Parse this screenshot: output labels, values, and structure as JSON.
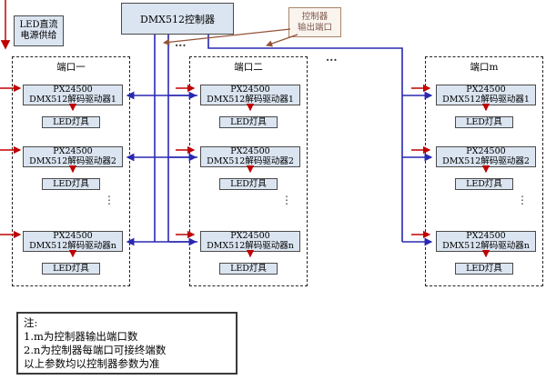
{
  "diagram": {
    "controller_label": "DMX512控制器",
    "power_supply": {
      "line1": "LED直流",
      "line2": "电源供给"
    },
    "callout": {
      "line1": "控制器",
      "line2": "输出端口"
    },
    "ellipsis": "...",
    "dots": "⋮",
    "ports": [
      {
        "title": "端口一",
        "led": "LED灯具",
        "drivers": [
          {
            "line1": "PX24500",
            "line2": "DMX512解码驱动器1"
          },
          {
            "line1": "PX24500",
            "line2": "DMX512解码驱动器2"
          },
          {
            "line1": "PX24500",
            "line2": "DMX512解码驱动器n"
          }
        ]
      },
      {
        "title": "端口二",
        "led": "LED灯具",
        "drivers": [
          {
            "line1": "PX24500",
            "line2": "DMX512解码驱动器1"
          },
          {
            "line1": "PX24500",
            "line2": "DMX512解码驱动器2"
          },
          {
            "line1": "PX24500",
            "line2": "DMX512解码驱动器n"
          }
        ]
      },
      {
        "title": "端口m",
        "led": "LED灯具",
        "drivers": [
          {
            "line1": "PX24500",
            "line2": "DMX512解码驱动器1"
          },
          {
            "line1": "PX24500",
            "line2": "DMX512解码驱动器2"
          },
          {
            "line1": "PX24500",
            "line2": "DMX512解码驱动器n"
          }
        ]
      }
    ],
    "note": {
      "title": "注:",
      "line1": "1.m为控制器输出端口数",
      "line2": "2.n为控制器每端口可接终端数",
      "line3": "以上参数均以控制器参数为准"
    },
    "colors": {
      "signal_blue": "#2828b0",
      "power_red": "#c00000",
      "callout_brown": "#935237",
      "box_fill": "#dbe5f1"
    }
  }
}
